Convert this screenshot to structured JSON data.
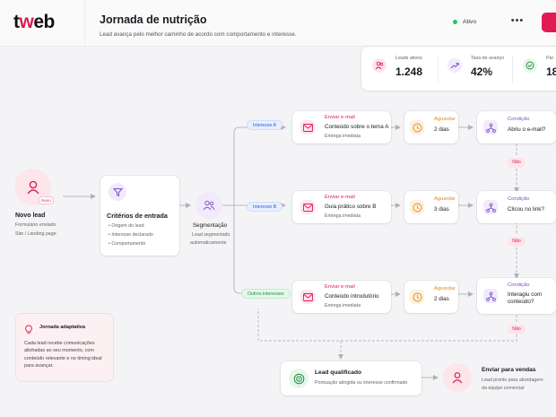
{
  "app": {
    "logo_main": "t",
    "logo_accent": "w",
    "logo_rest": "eb"
  },
  "header": {
    "title": "Jornada de nutrição",
    "subtitle": "Lead avança pelo melhor caminho de acordo com comportamento e interesse.",
    "status": "Ativo",
    "more": "•••"
  },
  "metrics": [
    {
      "label": "Leads ativos",
      "value": "1.248",
      "icon": "users-icon"
    },
    {
      "label": "Taxa de avanço",
      "value": "42%",
      "icon": "trend-up-icon"
    },
    {
      "label": "Par",
      "value": "18",
      "icon": "check-circle-icon"
    }
  ],
  "flow": {
    "lead": {
      "badge": "Novo",
      "title": "Novo lead",
      "sub1": "Formulário enviado",
      "sub2": "Site / Landing page"
    },
    "criteria": {
      "title": "Critérios de entrada",
      "items": [
        "Origem do lead",
        "Interesse declarado",
        "Comportamento"
      ]
    },
    "segment": {
      "title": "Segmentação",
      "sub1": "Lead segmentado",
      "sub2": "automaticamente"
    },
    "branches": [
      {
        "pill": "Interesse A",
        "email": {
          "label": "Enviar e-mail",
          "main": "Conteúdo sobre o tema A",
          "sub": "Entrega imediata"
        },
        "wait": {
          "label": "Aguardar",
          "value": "2 dias"
        },
        "cond": {
          "label": "Condição",
          "main": "Abriu o e-mail?"
        },
        "no": "Não"
      },
      {
        "pill": "Interesse B",
        "email": {
          "label": "Enviar e-mail",
          "main": "Guia prático sobre B",
          "sub": "Entrega imediata"
        },
        "wait": {
          "label": "Aguardar",
          "value": "3 dias"
        },
        "cond": {
          "label": "Condição",
          "main": "Clicou no link?"
        },
        "no": "Não"
      },
      {
        "pill": "Outros interesses",
        "email": {
          "label": "Enviar e-mail",
          "main": "Conteúdo introdutório",
          "sub": "Entrega imediata"
        },
        "wait": {
          "label": "Aguardar",
          "value": "2 dias"
        },
        "cond": {
          "label": "Condição",
          "main": "Interagiu com conteúdo?"
        },
        "no": "Não"
      }
    ],
    "qualified": {
      "title": "Lead qualificado",
      "sub": "Pontuação atingida ou interesse confirmado"
    },
    "sales": {
      "title": "Enviar para vendas",
      "sub1": "Lead pronto para abordagem",
      "sub2": "da equipe comercial"
    }
  },
  "note": {
    "title": "Jornada adaptativa",
    "body": "Cada lead recebe comunicações alinhadas ao seu momento, com conteúdo relevante e no timing ideal para avançar."
  },
  "colors": {
    "accent": "#e01b54",
    "wait": "#e08a1a",
    "condition": "#7c4dcc"
  }
}
